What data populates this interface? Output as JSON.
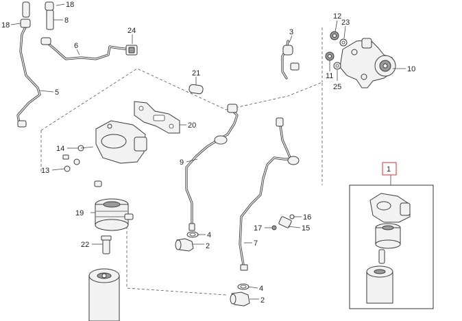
{
  "callouts": {
    "c1": "1",
    "c2a": "2",
    "c2b": "2",
    "c3": "3",
    "c4a": "4",
    "c4b": "4",
    "c5": "5",
    "c6": "6",
    "c7": "7",
    "c8": "8",
    "c9": "9",
    "c10": "10",
    "c11": "11",
    "c12": "12",
    "c13": "13",
    "c14": "14",
    "c15": "15",
    "c16": "16",
    "c17": "17",
    "c18a": "18",
    "c18b": "18",
    "c19": "19",
    "c20": "20",
    "c21": "21",
    "c22": "22",
    "c23": "23",
    "c24": "24",
    "c25": "25"
  },
  "highlight_color": "#d9534f"
}
